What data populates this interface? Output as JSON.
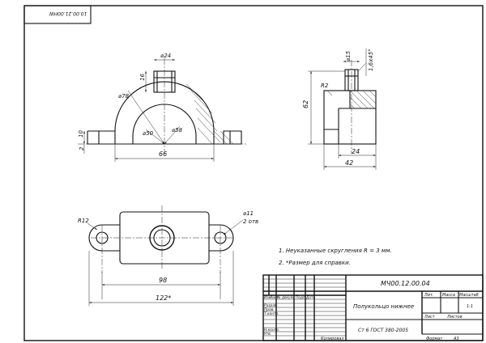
{
  "stamp_code": "10.00.21.00HW",
  "front_view": {
    "dims": {
      "d24": "⌀24",
      "d16": "16",
      "d78": "⌀78",
      "d50": "⌀50",
      "d58": "⌀58",
      "d10": "10",
      "d2": "2",
      "d66": "66"
    }
  },
  "side_view": {
    "dims": {
      "d15": "⌀15",
      "chamfer": "1,6x45°",
      "r2": "R2",
      "d62": "62",
      "d24": "24",
      "d42": "42"
    }
  },
  "top_view": {
    "dims": {
      "r12": "R12",
      "d11": "⌀11",
      "holes": "2 отв",
      "d98": "98",
      "d122": "122*"
    }
  },
  "notes": [
    "1. Неуказанные скругления R = 3 мм.",
    "2. *Размер для справки."
  ],
  "title_block": {
    "designation": "МЧ00.12.00.04",
    "name": "Полукольцо нижнее",
    "material": "Ст 6 ГОСТ 380-2005",
    "col_lit": "Лит.",
    "col_mass": "Масса",
    "col_scale": "Масштаб",
    "scale": "1:1",
    "sheet": "Лист",
    "sheets": "Листов",
    "row_hdr": [
      "Изм",
      "Лист",
      "№ докум.",
      "Подп.",
      "Дата"
    ],
    "roles": [
      "Разраб.",
      "Пров.",
      "Т.контр.",
      "Н.контр.",
      "Утв."
    ],
    "copied": "Копировал",
    "format_label": "Формат",
    "format": "А3"
  }
}
